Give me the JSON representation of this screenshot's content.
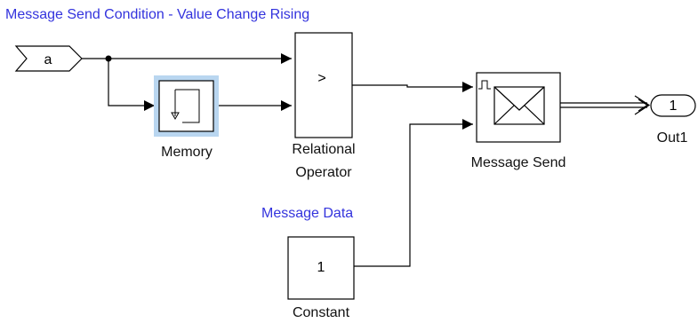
{
  "diagram": {
    "accent_color": "#3333dd",
    "annotations": {
      "condition": "Message Send Condition - Value Change Rising",
      "data": "Message Data"
    },
    "blocks": {
      "inport": {
        "label": "a"
      },
      "memory": {
        "label": "Memory",
        "icon": "memory-delay-icon"
      },
      "relational": {
        "symbol": ">",
        "label_line1": "Relational",
        "label_line2": "Operator"
      },
      "message_send": {
        "label": "Message Send",
        "icon": "envelope-icon",
        "trigger_icon": "rising-edge-icon"
      },
      "constant": {
        "value": "1",
        "label": "Constant"
      },
      "outport": {
        "number": "1",
        "label": "Out1"
      }
    }
  }
}
